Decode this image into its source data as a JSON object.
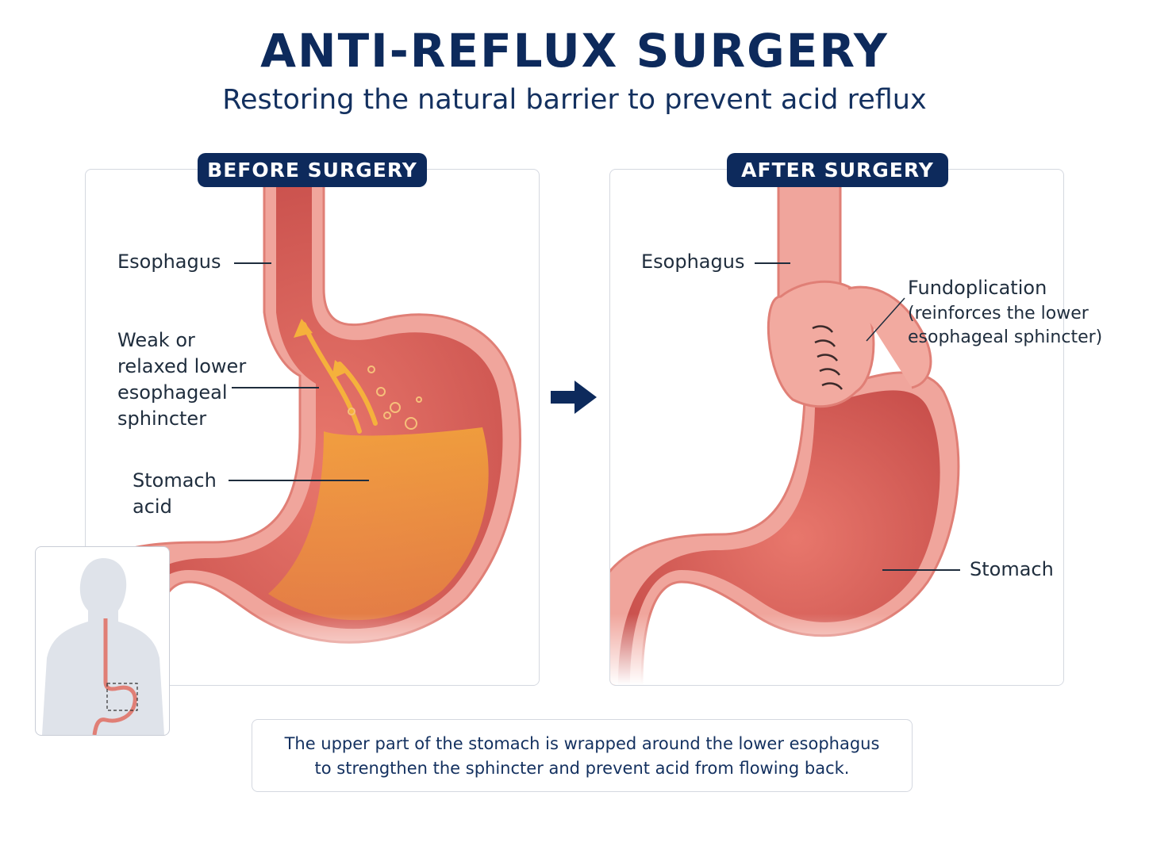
{
  "title": "ANTI-REFLUX SURGERY",
  "subtitle": "Restoring the natural barrier to prevent acid reflux",
  "before": {
    "badge": "BEFORE SURGERY",
    "labels": {
      "esophagus": "Esophagus",
      "sphincter_1": "Weak or",
      "sphincter_2": "relaxed lower",
      "sphincter_3": "esophageal",
      "sphincter_4": "sphincter",
      "acid_1": "Stomach",
      "acid_2": "acid"
    }
  },
  "after": {
    "badge": "AFTER SURGERY",
    "labels": {
      "esophagus": "Esophagus",
      "fundo_1": "Fundoplication",
      "fundo_2": "(reinforces the lower",
      "fundo_3": "esophageal sphincter)",
      "stomach": "Stomach"
    }
  },
  "caption": {
    "line1": "The upper part of the stomach is wrapped around the lower esophagus",
    "line2": "to strengthen the sphincter and prevent acid from flowing back."
  },
  "colors": {
    "navy": "#0d2a5c",
    "tissue": "#ee8f86",
    "tissue_dark": "#c9504c",
    "acid": "#f5a623"
  },
  "icons": {
    "arrow": "arrow-right-icon",
    "inset": "body-silhouette-icon"
  }
}
